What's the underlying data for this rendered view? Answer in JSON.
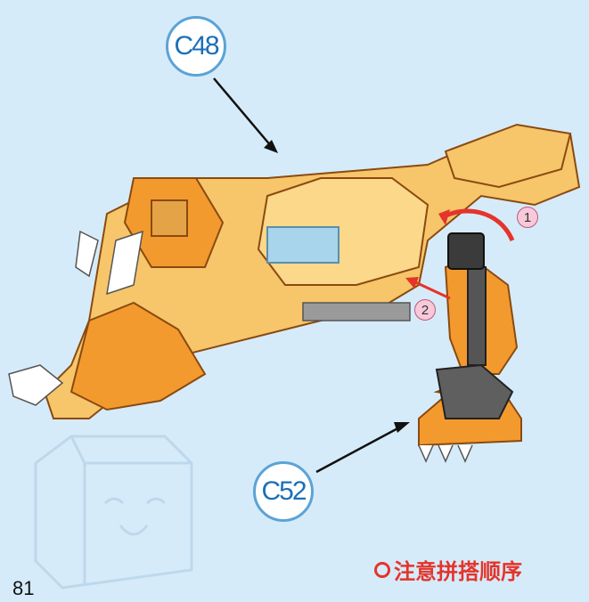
{
  "page": {
    "number": "81"
  },
  "callouts": {
    "top": "C48",
    "bottom": "C52"
  },
  "steps": {
    "first": "1",
    "second": "2"
  },
  "note": {
    "text": "注意拼搭顺序"
  },
  "colors": {
    "background": "#d6ebf9",
    "accent_blue": "#1b6fb8",
    "note_red": "#e4342b",
    "brick_orange": "#f39a2f",
    "brick_light": "#f7c56a"
  }
}
